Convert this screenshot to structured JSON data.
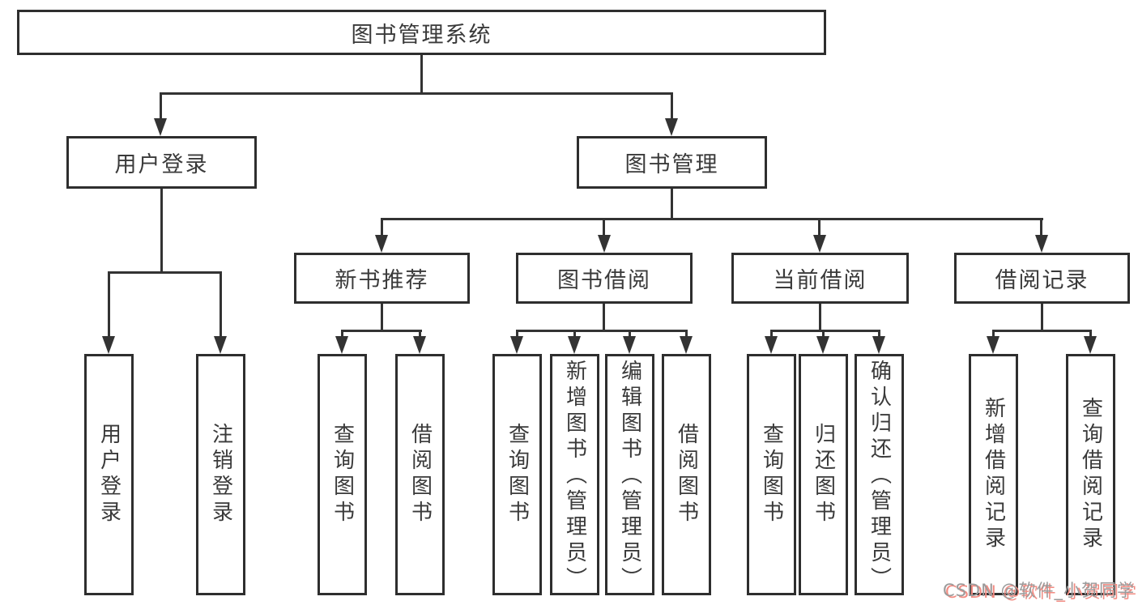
{
  "diagram": {
    "title": "图书管理系统",
    "branches": [
      {
        "label": "用户登录",
        "children": [
          "用户登录",
          "注销登录"
        ]
      },
      {
        "label": "图书管理",
        "sections": [
          {
            "label": "新书推荐",
            "children": [
              "查询图书",
              "借阅图书"
            ]
          },
          {
            "label": "图书借阅",
            "children": [
              "查询图书",
              "新增图书（管理员）",
              "编辑图书（管理员）",
              "借阅图书"
            ]
          },
          {
            "label": "当前借阅",
            "children": [
              "查询图书",
              "归还图书",
              "确认归还（管理员）"
            ]
          },
          {
            "label": "借阅记录",
            "children": [
              "新增借阅记录",
              "查询借阅记录"
            ]
          }
        ]
      }
    ]
  },
  "watermark": {
    "text": "CSDN @软件_小贺同学"
  },
  "colors": {
    "line": "#333333",
    "box_border": "#2e2e2e",
    "text": "#3a3a3a",
    "background": "#ffffff",
    "watermark_gray": "#9b9b9b",
    "watermark_red": "#f28b82"
  }
}
